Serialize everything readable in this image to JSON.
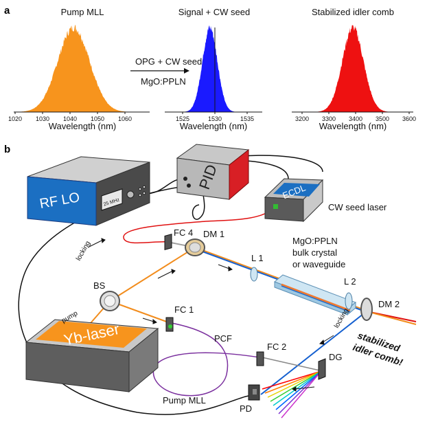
{
  "panel_a": {
    "label": "a",
    "arrow_label_top": "OPG + CW seed",
    "arrow_label_bottom": "MgO:PPLN",
    "spectra": [
      {
        "title": "Pump MLL",
        "xlabel": "Wavelength (nm)",
        "ticks": [
          "1020",
          "1030",
          "1040",
          "1050",
          "1060"
        ],
        "color": "#f7941d",
        "center": 0.44,
        "width": 0.2
      },
      {
        "title": "Signal + CW seed",
        "xlabel": "Wavelength (nm)",
        "ticks": [
          "1525",
          "1530",
          "1535"
        ],
        "color": "#1a1aff",
        "center": 0.47,
        "width": 0.13
      },
      {
        "title": "Stabilized idler comb",
        "xlabel": "Wavelength (nm)",
        "ticks": [
          "3200",
          "3300",
          "3400",
          "3500",
          "3600"
        ],
        "color": "#ee1111",
        "center": 0.5,
        "width": 0.15
      }
    ]
  },
  "panel_b": {
    "label": "b",
    "rf_lo": "RF LO",
    "rf_freq": "25 MHz",
    "pid": "PID",
    "ecdl": "ECDL",
    "cw_seed_laser": "CW seed laser",
    "yb_laser": "Yb-laser",
    "pump_mll": "Pump MLL",
    "fc4": "FC 4",
    "dm1": "DM 1",
    "l1": "L 1",
    "l2": "L 2",
    "dm2": "DM 2",
    "bs": "BS",
    "fc1": "FC 1",
    "fc2": "FC 2",
    "pcf": "PCF",
    "dg": "DG",
    "pd": "PD",
    "crystal_line1": "MgO:PPLN",
    "crystal_line2": "bulk crystal",
    "crystal_line3": "or waveguide",
    "locking": "locking",
    "pump": "pump",
    "idler_line1": "stabilized",
    "idler_line2": "idler comb!"
  }
}
